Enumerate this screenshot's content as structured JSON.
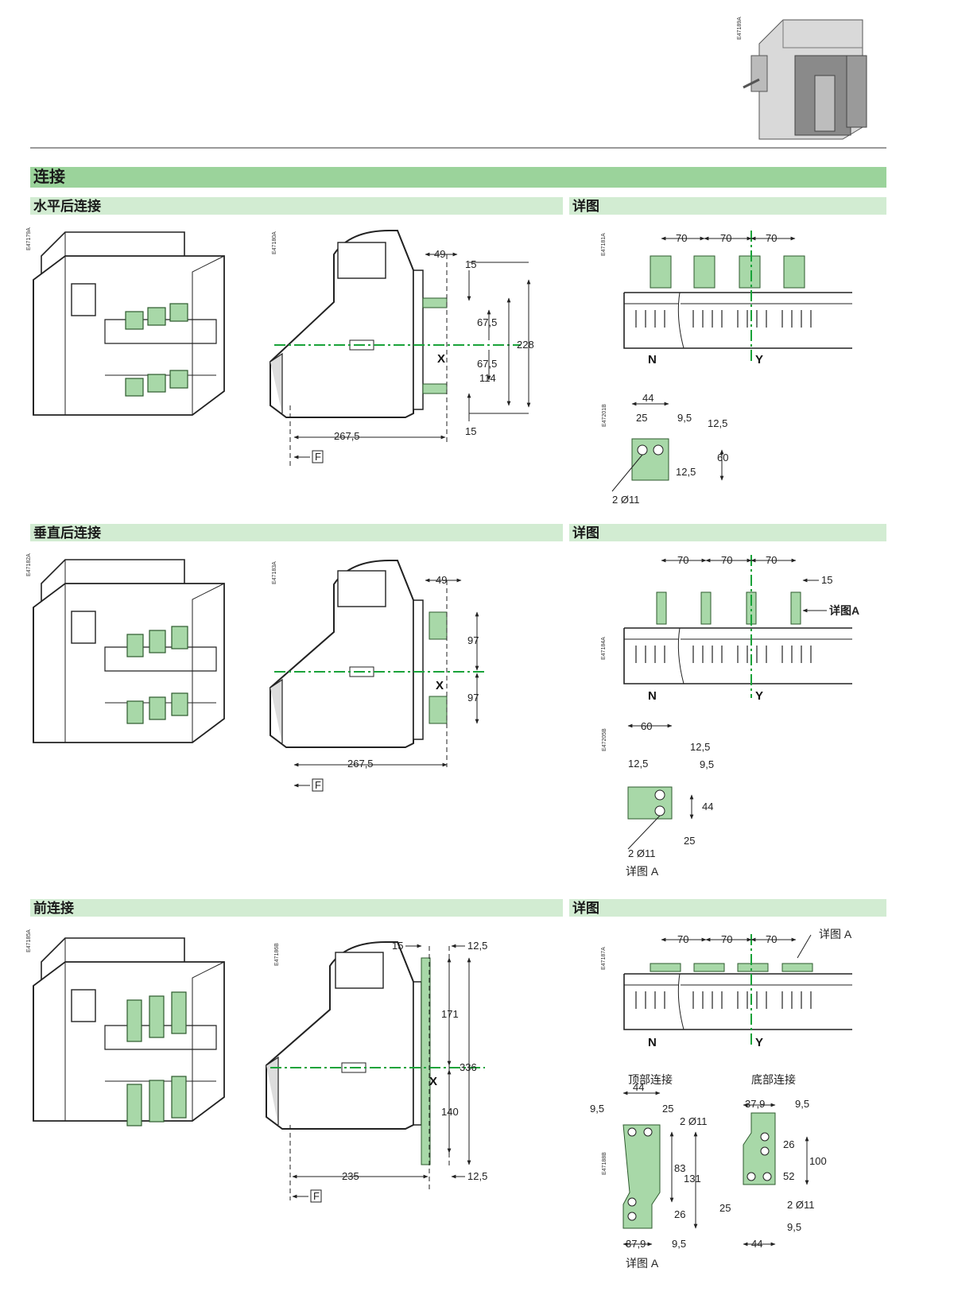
{
  "section_title": "连接",
  "subsections": [
    {
      "title": "水平后连接",
      "detail_title": "详图"
    },
    {
      "title": "垂直后连接",
      "detail_title": "详图"
    },
    {
      "title": "前连接",
      "detail_title": "详图"
    }
  ],
  "figure_codes": {
    "top_photo": "E47189A",
    "h_iso": "E47179A",
    "h_side": "E47180A",
    "h_detail": "E47181A",
    "h_terminal": "E47201B",
    "v_iso": "E47182A",
    "v_side": "E47183A",
    "v_detail": "E47184A",
    "v_terminal": "E47205B",
    "f_iso": "E47185A",
    "f_side": "E47186B",
    "f_detail": "E47187A",
    "f_terminal": "E47188B"
  },
  "horizontal_rear": {
    "side": {
      "top_offset": "49",
      "d1": "15",
      "d2": "67,5",
      "d3": "67,5",
      "d4": "15",
      "total": "228",
      "inner": "114",
      "depth": "267,5",
      "axis_label": "X",
      "front_label": "F"
    },
    "detail": {
      "spacing": [
        "70",
        "70",
        "70"
      ],
      "neutral_label": "N",
      "axis_label": "Y"
    },
    "terminal": {
      "w": "44",
      "a": "25",
      "b": "9,5",
      "c": "12,5",
      "h": "60",
      "d": "12,5",
      "holes": "2 Ø11"
    }
  },
  "vertical_rear": {
    "side": {
      "top_offset": "49",
      "d1": "97",
      "d2": "97",
      "depth": "267,5",
      "axis_label": "X",
      "front_label": "F"
    },
    "detail": {
      "spacing": [
        "70",
        "70",
        "70"
      ],
      "bar_width": "15",
      "callout": "详图A",
      "neutral_label": "N",
      "axis_label": "Y"
    },
    "terminal": {
      "w": "60",
      "a": "12,5",
      "b": "12,5",
      "c": "9,5",
      "h": "44",
      "d": "25",
      "holes": "2 Ø11",
      "caption": "详图 A"
    }
  },
  "front": {
    "side": {
      "d_top_left": "15",
      "d_top_right": "12,5",
      "upper": "171",
      "total": "336",
      "lower": "140",
      "d_bottom": "12,5",
      "depth": "235",
      "axis_label": "X",
      "front_label": "F"
    },
    "detail": {
      "spacing": [
        "70",
        "70",
        "70"
      ],
      "callout": "详图 A",
      "neutral_label": "N",
      "axis_label": "Y"
    },
    "top_conn": {
      "title": "顶部连接",
      "w": "44",
      "a": "9,5",
      "b": "25",
      "holes": "2 Ø11",
      "h1": "83",
      "h2": "131",
      "h3": "26",
      "bw": "37,9",
      "bb": "9,5",
      "caption": "详图 A"
    },
    "bottom_conn": {
      "title": "底部连接",
      "w": "37,9",
      "a": "9,5",
      "h1": "26",
      "h2": "52",
      "h3": "100",
      "holes": "2 Ø11",
      "bl": "25",
      "bw": "44",
      "bb": "9,5"
    }
  },
  "colors": {
    "main_bar": "#9bd39b",
    "sub_bar": "#d2ecd2",
    "terminal": "#a8d8a8",
    "axis": "#1aa33a"
  }
}
